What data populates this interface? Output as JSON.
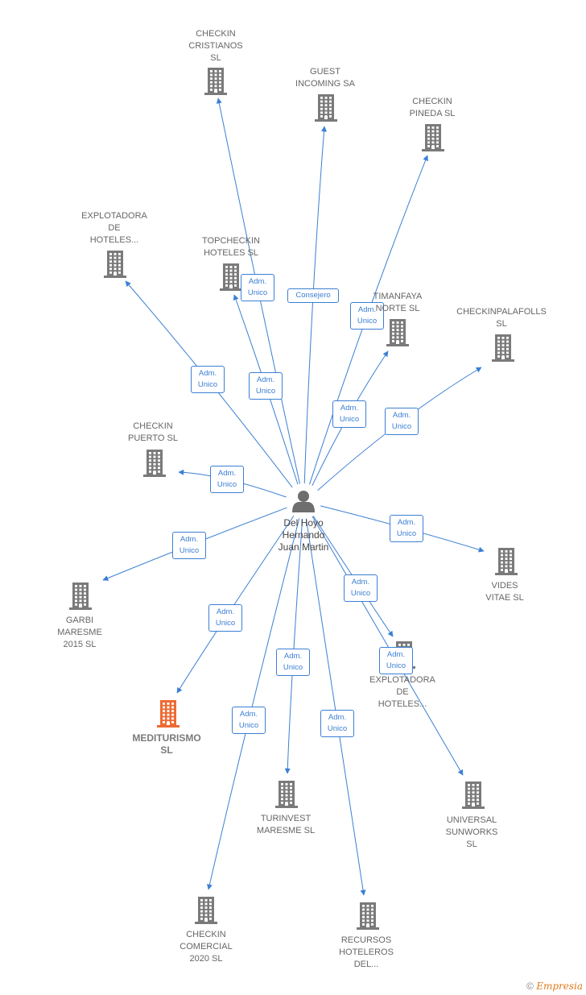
{
  "center": {
    "name_lines": [
      "Del Hoyo",
      "Hernando",
      "Juan Martin"
    ]
  },
  "colors": {
    "edge": "#3b7fd4",
    "building": "#7a7a7a",
    "focus": "#ee6a32"
  },
  "nodes": [
    {
      "id": "checkin-cristianos",
      "lines": [
        "CHECKIN",
        "CRISTIANOS",
        "SL"
      ],
      "focus": false
    },
    {
      "id": "guest-incoming",
      "lines": [
        "GUEST",
        "INCOMING SA"
      ],
      "focus": false
    },
    {
      "id": "checkin-pineda",
      "lines": [
        "CHECKIN",
        "PINEDA  SL"
      ],
      "focus": false
    },
    {
      "id": "explotadora-hoteles-1",
      "lines": [
        "EXPLOTADORA",
        "DE",
        "HOTELES..."
      ],
      "focus": false
    },
    {
      "id": "topcheckin-hoteles",
      "lines": [
        "TOPCHECKIN",
        "HOTELES SL"
      ],
      "focus": false
    },
    {
      "id": "timanfaya-norte",
      "lines": [
        "TIMANFAYA",
        "NORTE  SL"
      ],
      "focus": false
    },
    {
      "id": "checkinpalafolls",
      "lines": [
        "CHECKINPALAFOLLS",
        "SL"
      ],
      "focus": false
    },
    {
      "id": "checkin-puerto",
      "lines": [
        "CHECKIN",
        "PUERTO  SL"
      ],
      "focus": false
    },
    {
      "id": "vides-vitae",
      "lines": [
        "VIDES",
        "VITAE  SL"
      ],
      "focus": false
    },
    {
      "id": "garbi-maresme",
      "lines": [
        "GARBI",
        "MARESME",
        "2015  SL"
      ],
      "focus": false
    },
    {
      "id": "explotadora-hoteles-2",
      "lines": [
        "EXPLOTADORA",
        "DE",
        "HOTELES..."
      ],
      "focus": false
    },
    {
      "id": "mediturismo",
      "lines": [
        "MEDITURISMO",
        "SL"
      ],
      "focus": true
    },
    {
      "id": "universal-sunworks",
      "lines": [
        "UNIVERSAL",
        "SUNWORKS",
        "SL"
      ],
      "focus": false
    },
    {
      "id": "turinvest-maresme",
      "lines": [
        "TURINVEST",
        "MARESME  SL"
      ],
      "focus": false
    },
    {
      "id": "checkin-comercial",
      "lines": [
        "CHECKIN",
        "COMERCIAL",
        "2020  SL"
      ],
      "focus": false
    },
    {
      "id": "recursos-hoteleros",
      "lines": [
        "RECURSOS",
        "HOTELEROS",
        "DEL..."
      ],
      "focus": false
    }
  ],
  "edges": [
    {
      "to": "checkin-cristianos",
      "label": [
        "Adm.",
        "Unico"
      ]
    },
    {
      "to": "guest-incoming",
      "label": [
        "Consejero"
      ]
    },
    {
      "to": "checkin-pineda",
      "label": [
        "Adm.",
        "Unico"
      ]
    },
    {
      "to": "explotadora-hoteles-1",
      "label": [
        "Adm.",
        "Unico"
      ]
    },
    {
      "to": "topcheckin-hoteles",
      "label": [
        "Adm.",
        "Unico"
      ]
    },
    {
      "to": "timanfaya-norte",
      "label": [
        "Adm.",
        "Unico"
      ]
    },
    {
      "to": "checkinpalafolls",
      "label": [
        "Adm.",
        "Unico"
      ]
    },
    {
      "to": "checkin-puerto",
      "label": [
        "Adm.",
        "Unico"
      ]
    },
    {
      "to": "vides-vitae",
      "label": [
        "Adm.",
        "Unico"
      ]
    },
    {
      "to": "garbi-maresme",
      "label": [
        "Adm.",
        "Unico"
      ]
    },
    {
      "to": "explotadora-hoteles-2",
      "label": [
        "Adm.",
        "Unico"
      ]
    },
    {
      "to": "mediturismo",
      "label": [
        "Adm.",
        "Unico"
      ]
    },
    {
      "to": "universal-sunworks",
      "label": [
        "Adm.",
        "Unico"
      ]
    },
    {
      "to": "turinvest-maresme",
      "label": [
        "Adm.",
        "Unico"
      ]
    },
    {
      "to": "checkin-comercial",
      "label": [
        "Adm.",
        "Unico"
      ]
    },
    {
      "to": "recursos-hoteleros",
      "label": [
        "Adm.",
        "Unico"
      ]
    }
  ],
  "footer": {
    "copyright": "©",
    "brand": "Empresia"
  }
}
